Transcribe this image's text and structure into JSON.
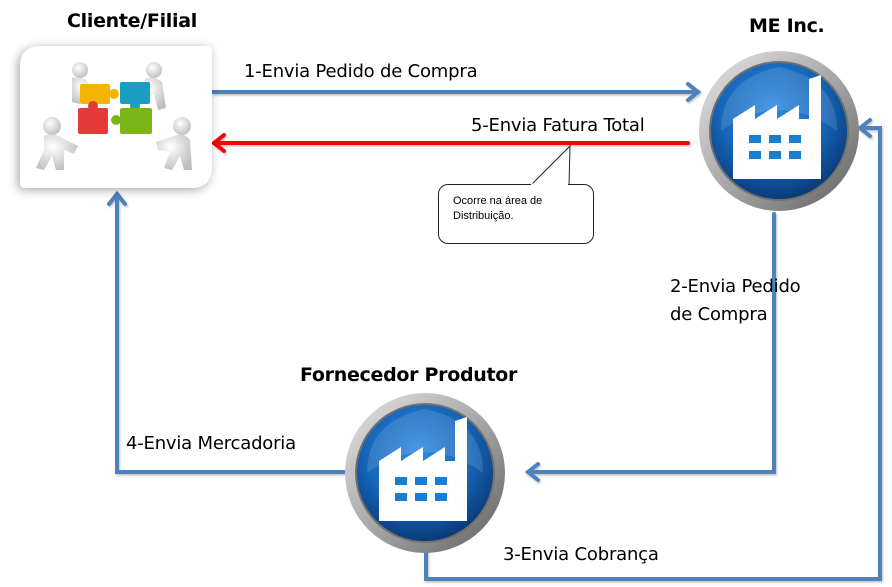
{
  "diagram": {
    "nodes": {
      "client": {
        "title": "Cliente/Filial",
        "icon": "puzzle-team-icon"
      },
      "me_inc": {
        "title": "ME Inc.",
        "icon": "factory-icon"
      },
      "supplier": {
        "title": "Fornecedor Produtor",
        "icon": "factory-icon"
      }
    },
    "flows": {
      "step1": {
        "label": "1-Envia Pedido de Compra",
        "from": "Cliente/Filial",
        "to": "ME Inc."
      },
      "step2": {
        "label_line1": "2-Envia Pedido",
        "label_line2": "de Compra",
        "from": "ME Inc.",
        "to": "Fornecedor Produtor"
      },
      "step3": {
        "label": "3-Envia Cobrança",
        "from": "Fornecedor Produtor",
        "to": "ME Inc."
      },
      "step4": {
        "label": "4-Envia Mercadoria",
        "from": "Fornecedor Produtor",
        "to": "Cliente/Filial"
      },
      "step5": {
        "label": "5-Envia Fatura Total",
        "from": "ME Inc.",
        "to": "Cliente/Filial"
      }
    },
    "callout": {
      "line1": "Ocorre na área de",
      "line2": "Distribuição."
    },
    "colors": {
      "flow_blue": "#4f81bd",
      "flow_red": "#ff0000",
      "button_blue": "#1565b8",
      "button_ring": "#b8b8b8"
    }
  }
}
